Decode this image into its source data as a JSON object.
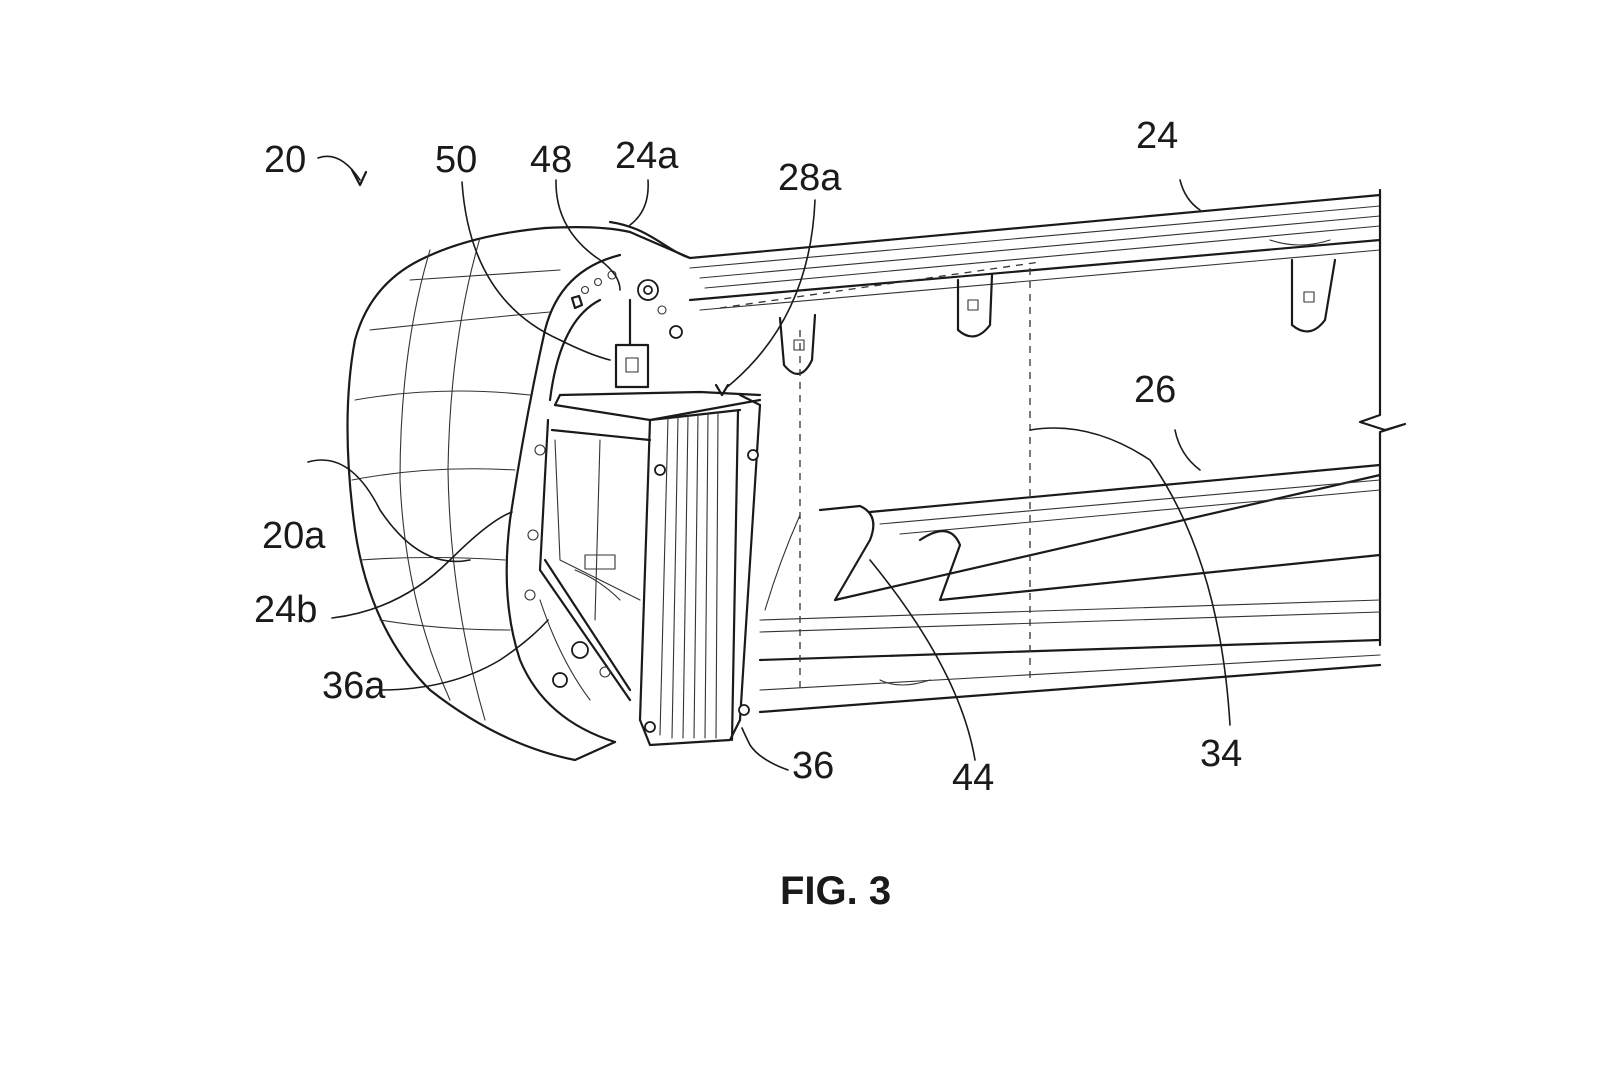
{
  "figure": {
    "caption": "FIG. 3",
    "labels": {
      "l20": "20",
      "l50": "50",
      "l48": "48",
      "l24a": "24a",
      "l28a": "28a",
      "l24": "24",
      "l26": "26",
      "l20a": "20a",
      "l24b": "24b",
      "l36a": "36a",
      "l36": "36",
      "l44": "44",
      "l34": "34"
    }
  }
}
